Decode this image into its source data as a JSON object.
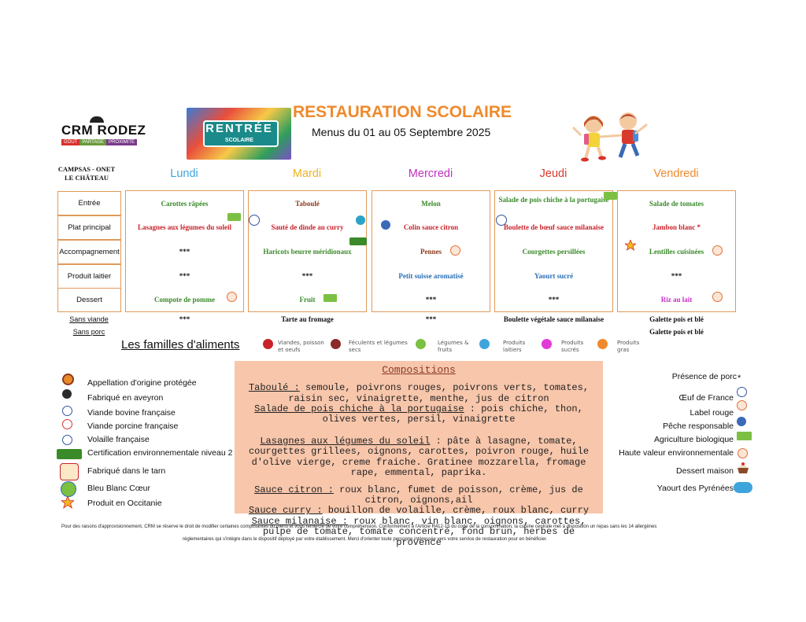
{
  "header": {
    "brand": "CRM RODEZ",
    "brand_tags": [
      "GOÛT",
      "PARTAGE",
      "PROXIMITÉ"
    ],
    "brand_tag_colors": [
      "#d8312c",
      "#6a9a3a",
      "#7a3a8a"
    ],
    "banner_title": "RENTRÉE",
    "banner_sub": "SCOLAIRE",
    "title": "RESTAURATION SCOLAIRE",
    "subtitle": "Menus du 01 au 05 Septembre 2025"
  },
  "school": "CAMPSAS - ONET LE CHÂTEAU",
  "days": [
    "Lundi",
    "Mardi",
    "Mercredi",
    "Jeudi",
    "Vendredi"
  ],
  "rows": [
    "Entrée",
    "Plat principal",
    "Accompagnement",
    "Produit laitier",
    "Dessert"
  ],
  "menu": {
    "lundi": {
      "entree": "Carottes râpées",
      "plat": "Lasagnes aux légumes du soleil",
      "accomp": "***",
      "laitier": "***",
      "dessert": "Compote de pomme",
      "sans_viande": "***"
    },
    "mardi": {
      "entree": "Taboulé",
      "plat": "Sauté de dinde au curry",
      "accomp": "Haricots beurre méridionaux",
      "laitier": "***",
      "dessert": "Fruit",
      "sans_viande": "Tarte au fromage"
    },
    "mercredi": {
      "entree": "Melon",
      "plat": "Colin sauce citron",
      "accomp": "Pennes",
      "laitier": "Petit suisse aromatisé",
      "dessert": "***",
      "sans_viande": "***"
    },
    "jeudi": {
      "entree": "Salade de pois chiche à la portugaise",
      "plat": "Boulette de bœuf sauce milanaise",
      "accomp": "Courgettes persillées",
      "laitier": "Yaourt sucré",
      "dessert": "***",
      "sans_viande": "Boulette végétale sauce milanaise"
    },
    "vendredi": {
      "entree": "Salade de tomates",
      "plat": "Jambon blanc *",
      "accomp": "Lentilles cuisinées",
      "laitier": "***",
      "dessert": "Riz au lait",
      "sans_viande": "Galette pois et blé",
      "sans_porc": "Galette pois et blé"
    }
  },
  "links": {
    "sans_viande": "Sans viande",
    "sans_porc": "Sans porc"
  },
  "families": {
    "title": "Les familles d'aliments",
    "items": [
      {
        "label": "Viandes, poisson et oeufs",
        "color": "#c8222a"
      },
      {
        "label": "Féculents et légumes secs",
        "color": "#8a2a2a"
      },
      {
        "label": "Légumes & fruits",
        "color": "#7bc043"
      },
      {
        "label": "Produits laitiers",
        "color": "#3ea4dc"
      },
      {
        "label": "Produits sucrés",
        "color": "#e23ad6"
      },
      {
        "label": "Produits gras",
        "color": "#ef8a2c"
      }
    ]
  },
  "compositions": {
    "title": "Compositions",
    "taboule_label": "Taboulé :",
    "taboule_1": " semoule, poivrons rouges, poivrons verts, tomates,",
    "taboule_2": "raisin sec, vinaigrette, menthe, jus de citron",
    "salade_label": "Salade de pois chiche à la portugaise",
    "salade_1": " : pois chiche, thon,",
    "salade_2": "olives vertes, persil, vinaigrette",
    "lasagnes_label": "Lasagnes aux légumes du soleil",
    "lasagnes_1": " : pâte à lasagne, tomate,",
    "lasagnes_2": "courgettes grillees, oignons, carottes, poivron rouge, huile",
    "lasagnes_3": "d'olive vierge, creme fraiche. Gratinee mozzarella, fromage",
    "lasagnes_4": "rape, emmental, paprika.",
    "citron_label": "Sauce citron :",
    "citron_1": " roux blanc, fumet de poisson, crème, jus de",
    "citron_2": "citron, oignons,ail",
    "curry_label": "Sauce curry :",
    "curry_1": " bouillon de volaille, crème, roux blanc, curry",
    "milanaise_label": "Sauce milanaise :",
    "milanaise_1": " roux blanc, vin blanc, oignons, carottes,",
    "milanaise_2": "pulpe de tomate, tomate concentré, fond brun, herbes de provence"
  },
  "legend_left": [
    "Appellation d'origine protégée",
    "Fabriqué en aveyron",
    "Viande bovine française",
    "Viande porcine française",
    "Volaille française",
    "Certification environnementale niveau 2",
    "Fabriqué dans le tarn",
    "Bleu Blanc Cœur",
    "Produit en Occitanie"
  ],
  "legend_right": [
    "Présence de porc",
    "Œuf de France",
    "Label rouge",
    "Pêche responsable",
    "Agriculture biologique",
    "Haute valeur environnementale",
    "Dessert maison",
    "Yaourt des Pyrénées"
  ],
  "porc_mark": "*",
  "footer": {
    "line1": "Pour des raisons d'approvisionnement, CRM se réserve le droit de modifier certaines composantes du menu et vous remercie de votre compréhension. Conformément à l'Article R412-15 du code de la consommation, la cuisine centrale met à disposition un repas sans les 14 allergènes",
    "line2": "réglementaires qui s'intègre dans le dispositif déployé par votre établissement. Merci d'orienter toute personne intéressée vers votre service de restauration pour en bénéficier."
  }
}
